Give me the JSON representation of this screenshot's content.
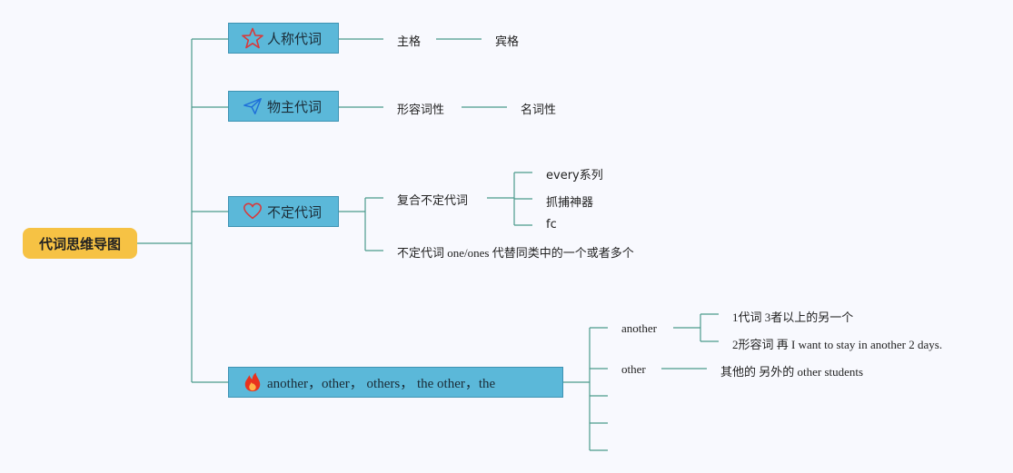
{
  "root": {
    "label": "代词思维导图"
  },
  "topics": [
    {
      "label": "人称代词",
      "icon": "star-icon",
      "children": [
        "主格",
        "宾格"
      ]
    },
    {
      "label": "物主代词",
      "icon": "paper-plane-icon",
      "children": [
        "形容词性",
        "名词性"
      ]
    },
    {
      "label": "不定代词",
      "icon": "heart-icon",
      "children": [
        {
          "label": "复合不定代词",
          "children": [
            "every系列",
            "抓捕神器",
            "fc"
          ]
        },
        {
          "label": "不定代词 one/ones 代替同类中的一个或者多个"
        }
      ]
    },
    {
      "label": "another，other， others， the other，the",
      "icon": "fire-icon",
      "children": [
        {
          "label": "another",
          "children": [
            "1代词 3者以上的另一个",
            "2形容词 再 I want to stay in another 2 days."
          ]
        },
        {
          "label": "other",
          "children": [
            "其他的 另外的 other students"
          ]
        },
        {
          "label": ""
        },
        {
          "label": ""
        },
        {
          "label": ""
        }
      ]
    }
  ],
  "colors": {
    "root": "#f6c244",
    "topic": "#5bb8d9",
    "line": "#4a9a8c",
    "star": "#d9383a",
    "heart": "#d9383a",
    "plane": "#1e6fd9",
    "fire": "#e8321e"
  }
}
